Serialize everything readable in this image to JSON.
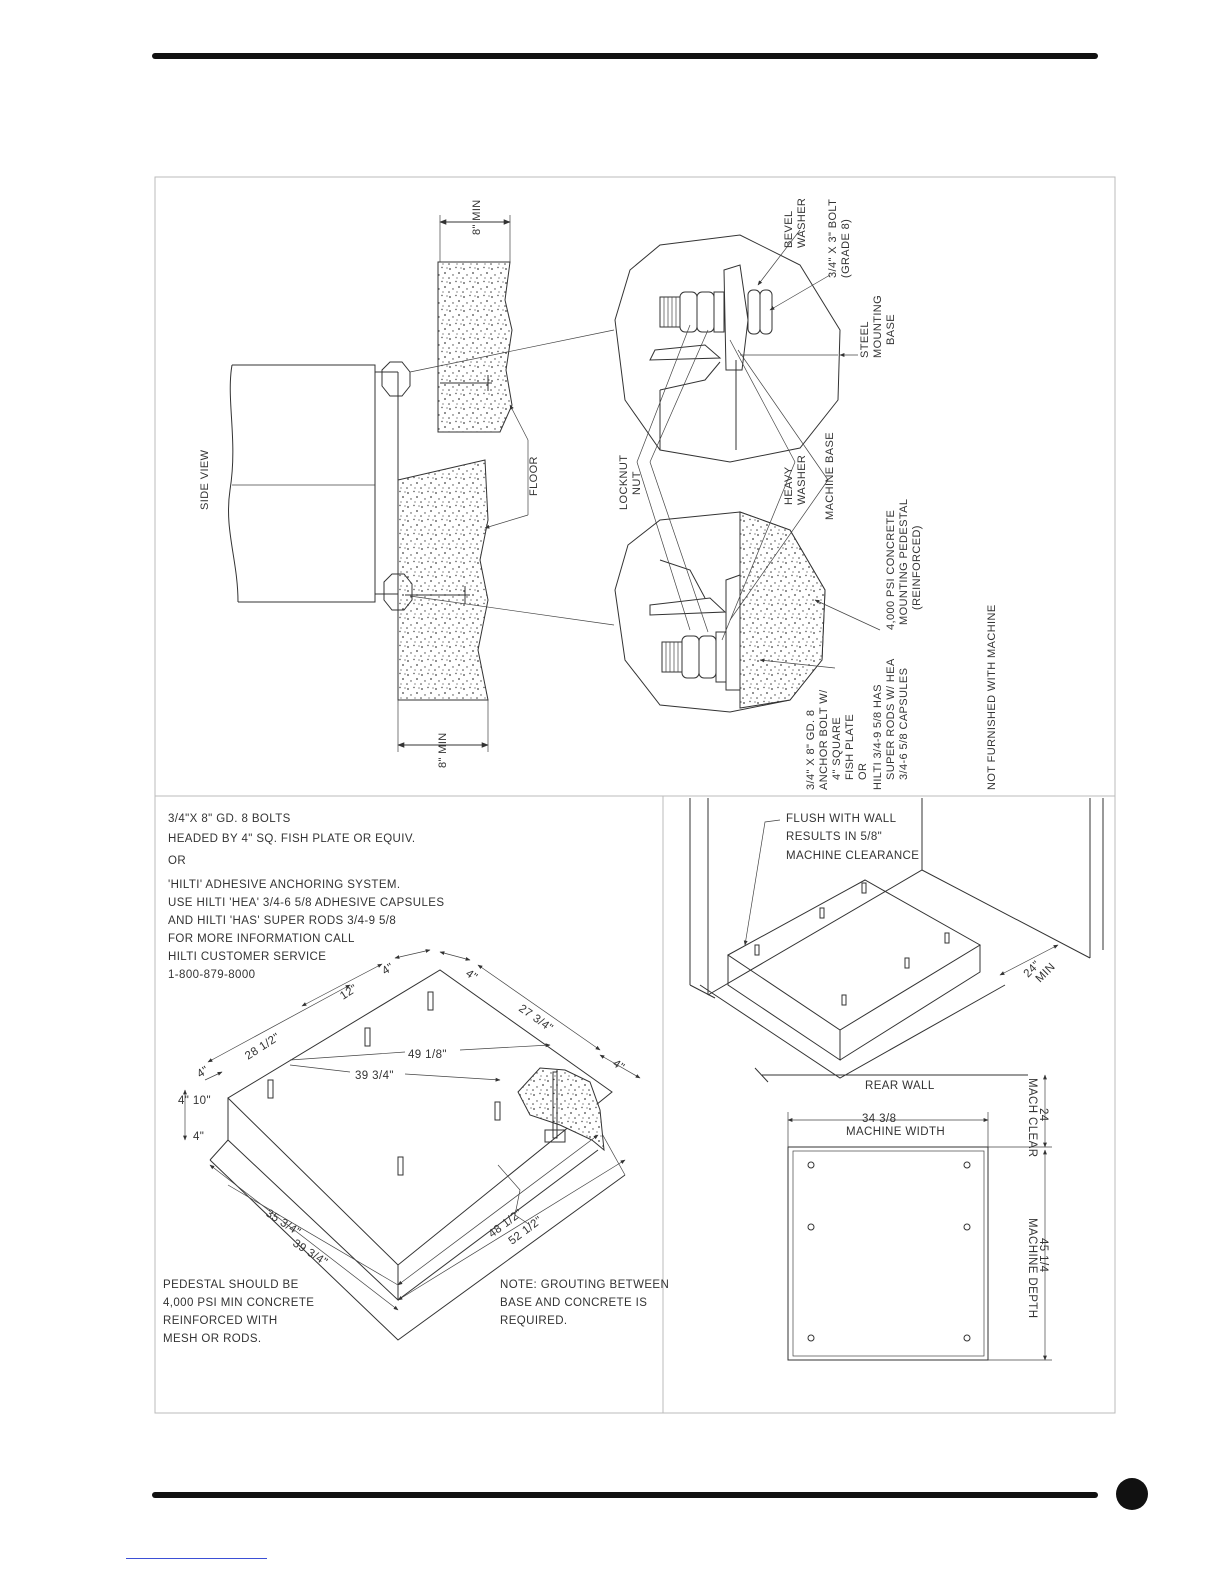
{
  "side_view": {
    "title": "SIDE VIEW",
    "dim_top": "8\" MIN",
    "dim_bottom": "8\" MIN",
    "floor": "FLOOR",
    "bevel_washer": [
      "BEVEL",
      "WASHER"
    ],
    "bolt_top": [
      "3/4\" X 3\" BOLT",
      "(GRADE 8)"
    ],
    "steel_base": [
      "STEEL",
      "MOUNTING",
      "BASE"
    ],
    "locknut": "LOCKNUT",
    "nut": "NUT",
    "heavy_washer": [
      "HEAVY",
      "WASHER"
    ],
    "machine_base": "MACHINE BASE",
    "pedestal": [
      "4,000 PSI CONCRETE",
      "MOUNTING PEDESTAL",
      "(REINFORCED)"
    ],
    "anchor_bolt": [
      "3/4\" X 8\" GD. 8",
      "ANCHOR BOLT W/",
      "4\" SQUARE",
      "FISH PLATE",
      "OR"
    ],
    "hilti": [
      "HILTI 3/4-9 5/8 HAS",
      "SUPER RODS W/ HEA",
      "3/4-6 5/8 CAPSULES"
    ],
    "not_furnished": "NOT FURNISHED WITH MACHINE"
  },
  "iso_view": {
    "notes": [
      "3/4\"X 8\" GD. 8 BOLTS",
      "HEADED BY 4\" SQ. FISH PLATE OR EQUIV.",
      " OR",
      "'HILTI' ADHESIVE ANCHORING SYSTEM.",
      "USE HILTI 'HEA' 3/4-6 5/8 ADHESIVE CAPSULES",
      "AND HILTI 'HAS' SUPER RODS 3/4-9 5/8",
      "FOR MORE INFORMATION CALL",
      "HILTI CUSTOMER SERVICE",
      "1-800-879-8000"
    ],
    "dims": {
      "d4a": "4\"",
      "d4b": "4\"",
      "d12": "12\"",
      "d27": "27 3/4\"",
      "d28": "28 1/2\"",
      "d49": "49 1/8\"",
      "d39top": "39 3/4\"",
      "d4c": "4\"",
      "d4d": "4\"",
      "d410": "4\" 10\"",
      "d4e": "4\"",
      "d35": "35 3/4\"",
      "d39bot": "39 3/4\"",
      "d48": "48 1/2\"",
      "d52": "52 1/2\""
    },
    "pedestal_note": [
      "PEDESTAL SHOULD BE",
      "4,000 PSI MIN CONCRETE",
      "REINFORCED WITH",
      "MESH OR RODS."
    ],
    "grout_note": [
      "NOTE: GROUTING BETWEEN",
      "BASE AND CONCRETE IS",
      "REQUIRED."
    ]
  },
  "corner_view": {
    "flush": [
      "FLUSH WITH WALL",
      "RESULTS IN 5/8\"",
      "MACHINE CLEARANCE"
    ],
    "min24": [
      "24\"",
      "MIN"
    ]
  },
  "plan_view": {
    "rear_wall": "REAR WALL",
    "width_value": "34 3/8",
    "width_label": "MACHINE WIDTH",
    "clear_value": "24",
    "clear_label": "MACH CLEAR",
    "depth_value": "45 1/4",
    "depth_label": "MACHINE DEPTH"
  }
}
